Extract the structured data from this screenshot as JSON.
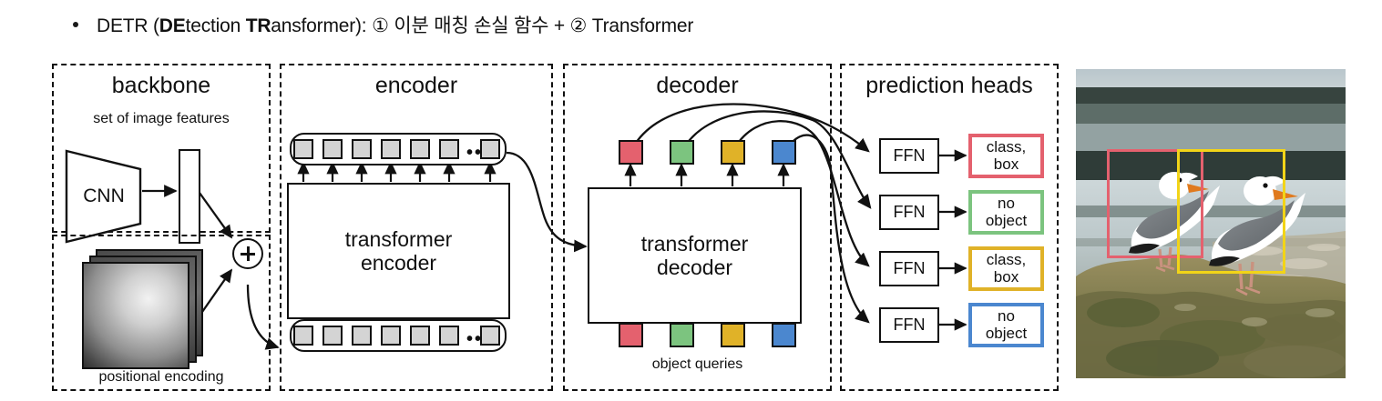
{
  "heading": {
    "bullet": "•",
    "prefix": "DETR (",
    "bold1": "DE",
    "mid1": "tection ",
    "bold2": "TR",
    "mid2": "ansformer",
    "suffix": "): ① 이분 매칭 손실 함수 + ② Transformer",
    "full_text": "DETR (DEtection TRansformer): ① 이분 매칭 손실 함수 + ② Transformer"
  },
  "panels": [
    {
      "id": "backbone",
      "title": "backbone"
    },
    {
      "id": "positional",
      "title": ""
    },
    {
      "id": "encoder",
      "title": "encoder"
    },
    {
      "id": "decoder",
      "title": "decoder"
    },
    {
      "id": "prediction",
      "title": "prediction heads"
    }
  ],
  "backbone": {
    "title": "backbone",
    "subtitle": "set of image features",
    "cnn_label": "CNN"
  },
  "positional": {
    "caption": "positional encoding",
    "plane_count": 3
  },
  "encoder": {
    "title": "encoder",
    "box_line1": "transformer",
    "box_line2": "encoder",
    "token_count": 6,
    "ellipsis": "•••",
    "trailing_token_count": 1
  },
  "decoder": {
    "title": "decoder",
    "box_line1": "transformer",
    "box_line2": "decoder",
    "queries_caption": "object queries",
    "query_colors": [
      "#e4616e",
      "#7cc47f",
      "#e0b228",
      "#4b87cf"
    ],
    "query_count": 4
  },
  "prediction": {
    "title": "prediction heads",
    "ffn_label": "FFN",
    "heads": [
      {
        "ffn": "FFN",
        "result_line1": "class,",
        "result_line2": "box",
        "color": "#e4616e"
      },
      {
        "ffn": "FFN",
        "result_line1": "no",
        "result_line2": "object",
        "color": "#7cc47f"
      },
      {
        "ffn": "FFN",
        "result_line1": "class,",
        "result_line2": "box",
        "color": "#e0b228"
      },
      {
        "ffn": "FFN",
        "result_line1": "no",
        "result_line2": "object",
        "color": "#4b87cf"
      }
    ]
  },
  "photo": {
    "description": "two seagulls standing on rocks by water",
    "boxes": [
      {
        "color": "#e4616e",
        "label": "left gull"
      },
      {
        "color": "#f2d418",
        "label": "right gull"
      }
    ]
  },
  "colors": {
    "stroke": "#111111",
    "token_fill": "#d4d4d4",
    "red": "#e4616e",
    "green": "#7cc47f",
    "gold": "#e0b228",
    "blue": "#4b87cf",
    "yellow_bbox": "#f2d418",
    "background": "#ffffff"
  }
}
